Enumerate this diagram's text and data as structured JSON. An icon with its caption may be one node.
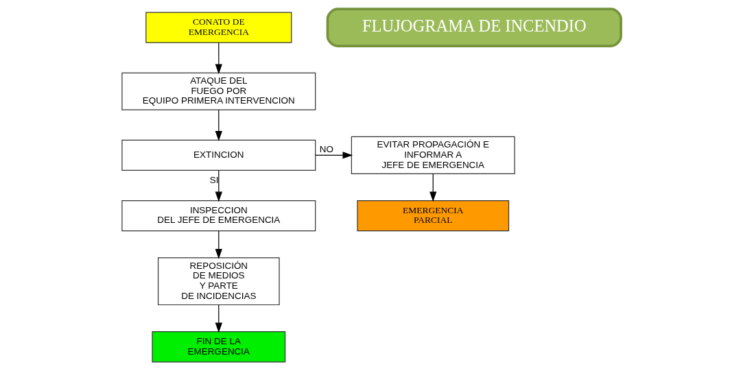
{
  "diagram": {
    "nodes": [
      {
        "text": [
          "CONATO DE EMERGENCIA"
        ]
      },
      {
        "text": [
          "FLUJOGRAMA DE INCENDIO"
        ]
      },
      {
        "text": [
          "ATAQUE DEL FUEGO POR EQUIPO PRIMERA INTERVENCION"
        ]
      },
      {
        "text": [
          "EXTINCION"
        ]
      },
      {
        "text": [
          "EVITAR PROPAGACIÓN E INFORMAR A JEFE DE EMERGENCIA"
        ]
      },
      {
        "text": [
          "INSPECCION DEL JEFE DE EMERGENCIA"
        ]
      },
      {
        "text": [
          "EMERGENCIA PARCIAL"
        ]
      },
      {
        "text": [
          "REPOSICIÓN DE MEDIOS Y PARTE DE INCIDENCIAS"
        ]
      },
      {
        "text": [
          "FIN DE LA EMERGENCIA"
        ]
      }
    ],
    "edges": [
      {
        "from": 0,
        "to": 2,
        "arrow": "to"
      },
      {
        "from": 2,
        "to": 3,
        "arrow": "to"
      },
      {
        "from": 3,
        "to": 4,
        "arrow": "to",
        "label": "NO"
      },
      {
        "from": 3,
        "to": 5,
        "arrow": "to",
        "label": "SI"
      },
      {
        "from": 4,
        "to": 6,
        "arrow": "to"
      },
      {
        "from": 5,
        "to": 7,
        "arrow": "to"
      },
      {
        "from": 7,
        "to": 8,
        "arrow": "to"
      }
    ]
  }
}
